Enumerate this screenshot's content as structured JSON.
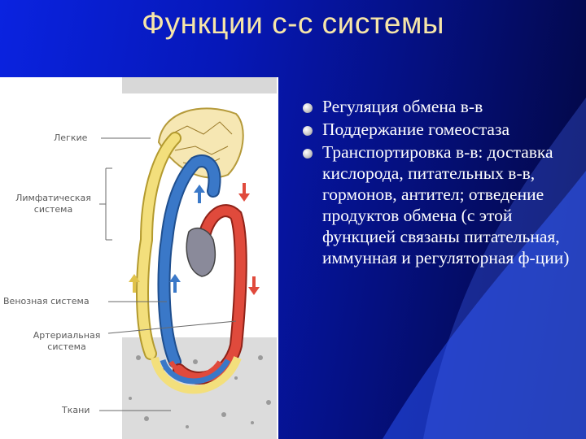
{
  "slide": {
    "title": "Функции с-с системы",
    "bullets": [
      "Регуляция обмена в-в",
      "Поддержание гомеостаза",
      "Транспортировка в-в: доставка кислорода, питательных в-в, гормонов, антител; отведение продуктов обмена (с этой функцией связаны питательная, иммунная и регуляторная ф-ции)"
    ],
    "colors": {
      "background_start": "#0a23e0",
      "background_end": "#02063a",
      "title_color": "#f7e6a8",
      "bullet_text": "#ffffff",
      "arterial": "#e04a3c",
      "venous": "#3a78c8",
      "lymphatic": "#f3df7c"
    }
  },
  "figure": {
    "labels": {
      "lungs": "Легкие",
      "lymphatic": "Лимфатическая система",
      "venous": "Венозная система",
      "arterial": "Артериальная система",
      "tissues": "Ткани"
    }
  }
}
